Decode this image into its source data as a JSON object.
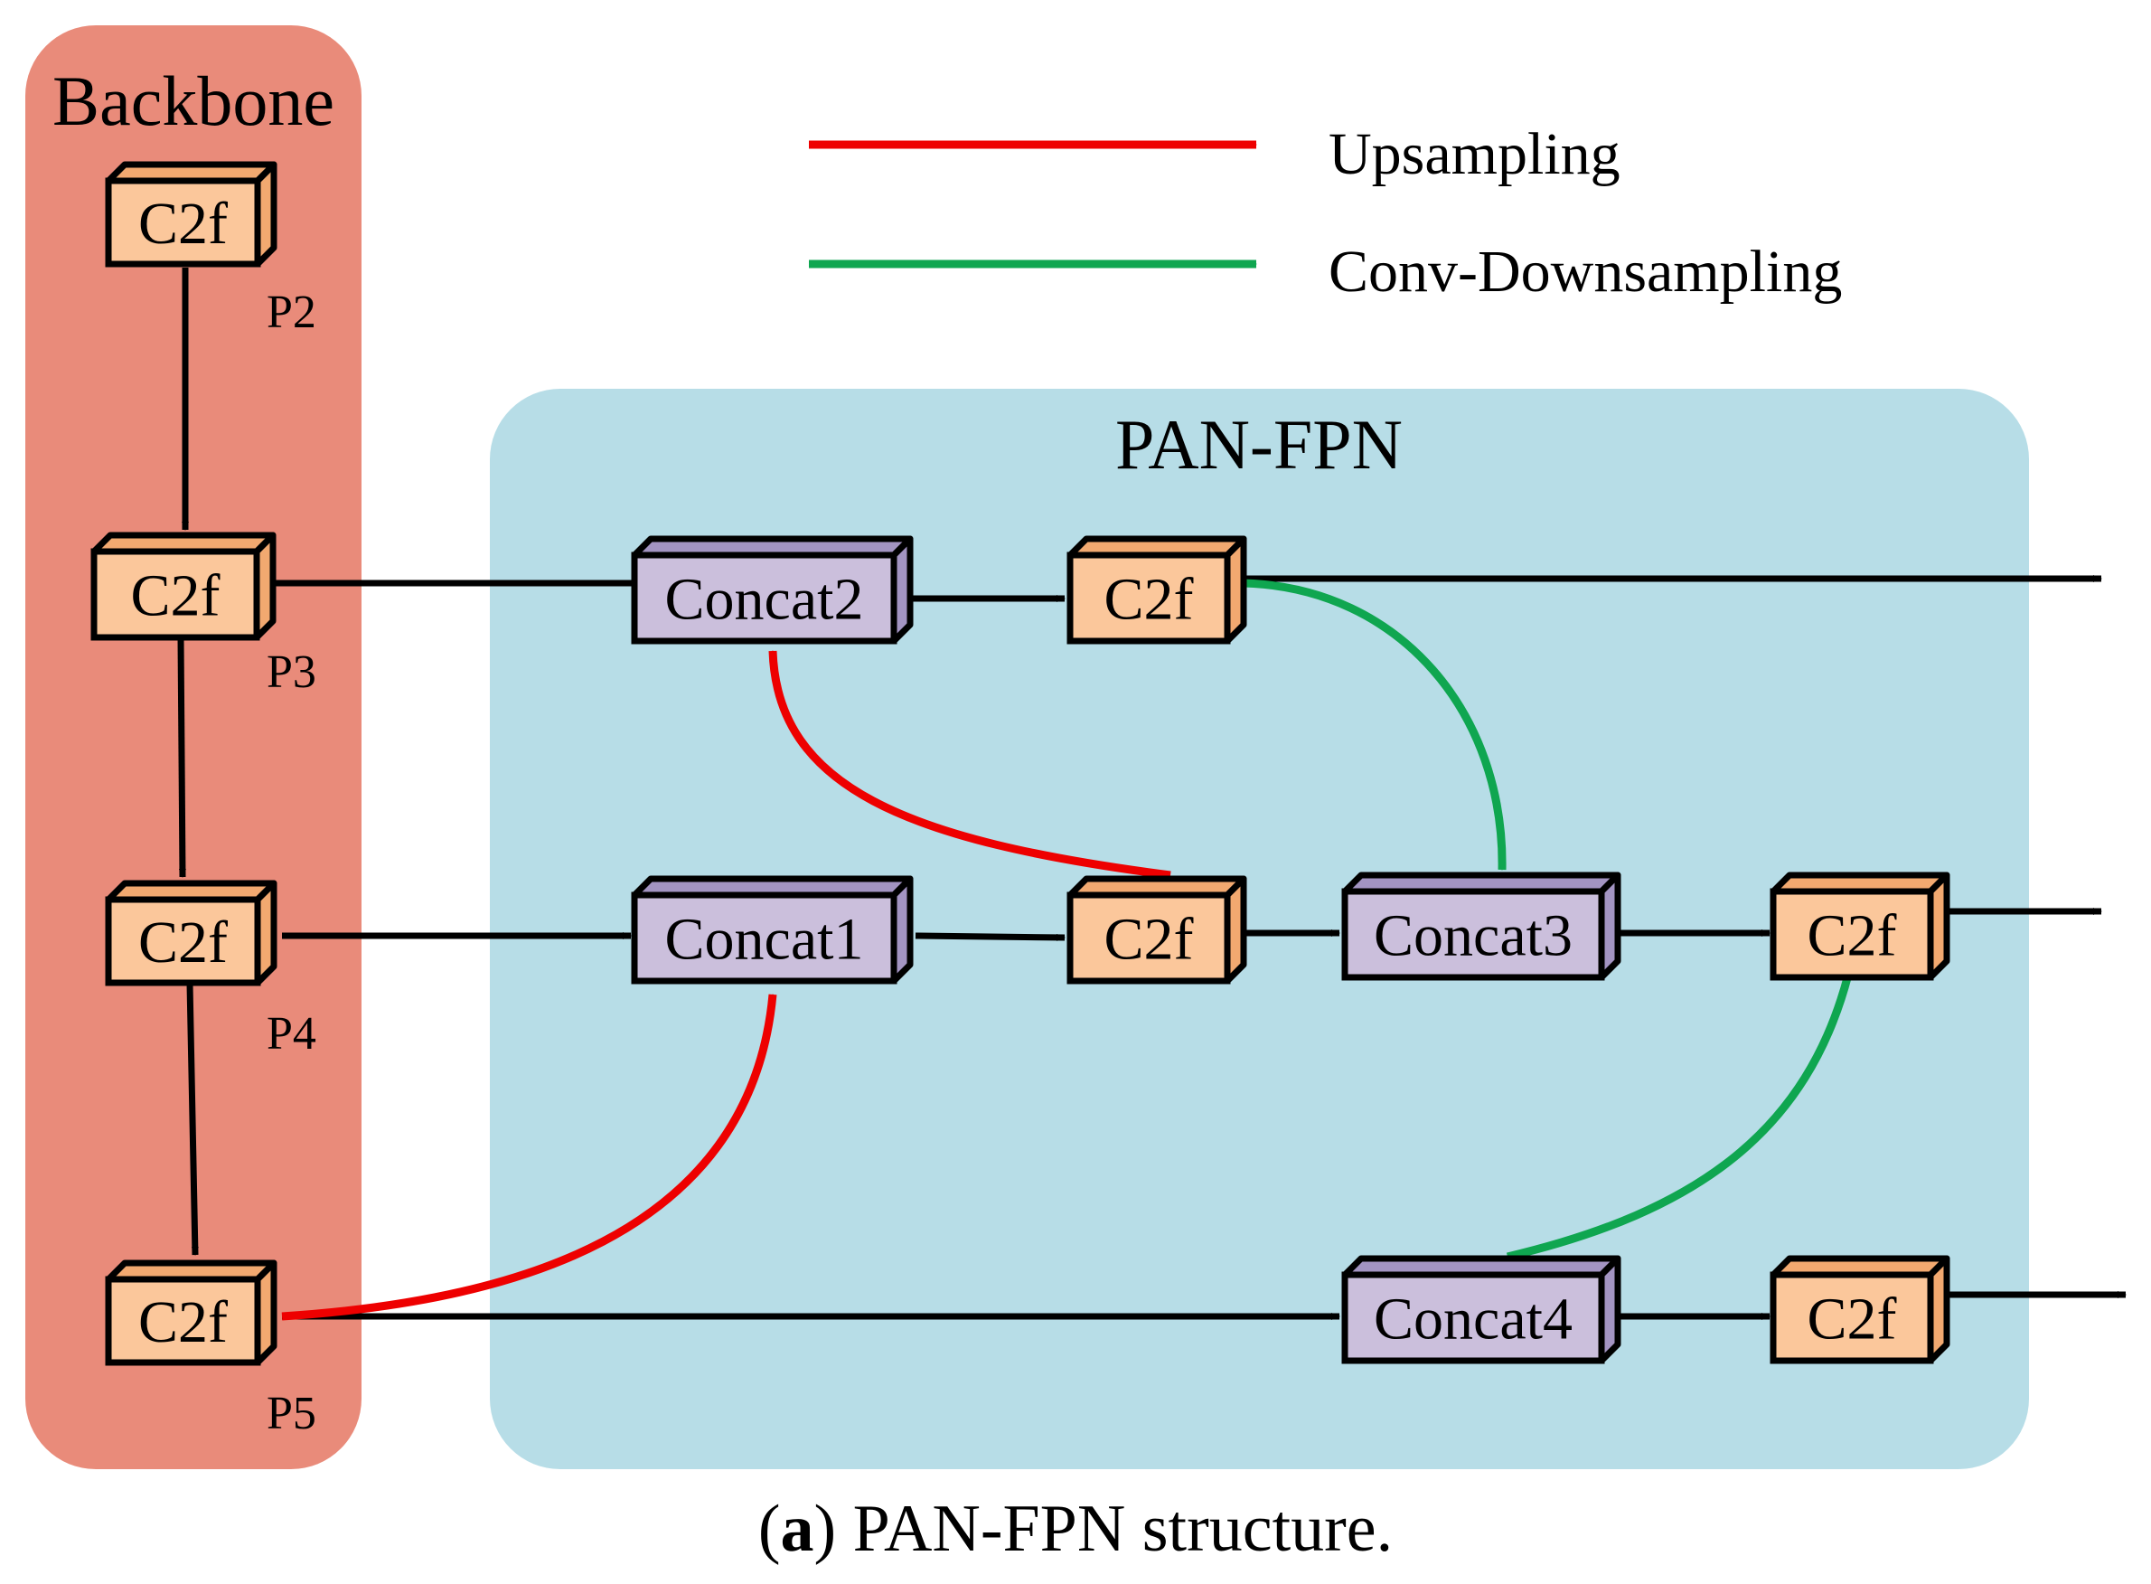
{
  "panels": {
    "backbone": {
      "title": "Backbone"
    },
    "pan_fpn": {
      "title": "PAN-FPN"
    }
  },
  "legend": {
    "upsampling": {
      "label": "Upsampling",
      "color": "#ee0000"
    },
    "downsampling": {
      "label": "Conv-Downsampling",
      "color": "#0fa650"
    }
  },
  "nodes": {
    "bb_p2": {
      "label": "C2f",
      "level": "P2"
    },
    "bb_p3": {
      "label": "C2f",
      "level": "P3"
    },
    "bb_p4": {
      "label": "C2f",
      "level": "P4"
    },
    "bb_p5": {
      "label": "C2f",
      "level": "P5"
    },
    "concat1": {
      "label": "Concat1"
    },
    "concat2": {
      "label": "Concat2"
    },
    "concat3": {
      "label": "Concat3"
    },
    "concat4": {
      "label": "Concat4"
    },
    "c2f_top": {
      "label": "C2f"
    },
    "c2f_mid": {
      "label": "C2f"
    },
    "c2f_mid_right": {
      "label": "C2f"
    },
    "c2f_bottom_right": {
      "label": "C2f"
    }
  },
  "caption": {
    "prefix": "(",
    "bold": "a",
    "suffix": ") PAN-FPN structure."
  },
  "colors": {
    "backbone_bg": "#e98b7a",
    "pan_bg": "#b7dde7",
    "c2f_fill": "#fbc79b",
    "c2f_side": "#f2a970",
    "concat_fill": "#cbbfdc",
    "concat_side": "#a394c2",
    "arrow_black": "#000000"
  }
}
